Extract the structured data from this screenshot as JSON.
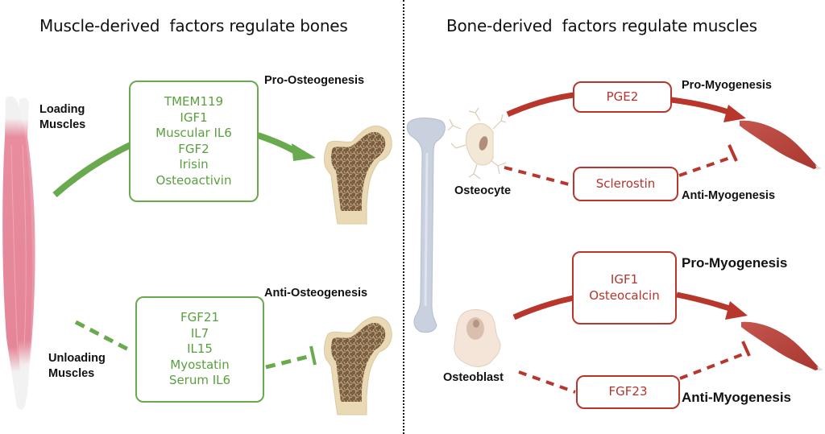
{
  "left_panel": {
    "title": "Muscle-derived  factors regulate bones",
    "loading_label": [
      "Loading",
      "Muscles"
    ],
    "unloading_label": [
      "Unloading",
      "Muscles"
    ],
    "pro_label": "Pro-Osteogenesis",
    "anti_label": "Anti-Osteogenesis",
    "pro_factors": [
      "TMEM119",
      "IGF1",
      "Muscular IL6",
      "FGF2",
      "Irisin",
      "Osteoactivin"
    ],
    "anti_factors": [
      "FGF21",
      "IL7",
      "IL15",
      "Myostatin",
      "Serum IL6"
    ]
  },
  "right_panel": {
    "title": "Bone-derived  factors regulate muscles",
    "osteocyte_label": "Osteocyte",
    "osteoblast_label": "Osteoblast",
    "osteocyte_pro_label": "Pro-Myogenesis",
    "osteocyte_anti_label": "Anti-Myogenesis",
    "osteoblast_pro_label": "Pro-Myogenesis",
    "osteoblast_anti_label": "Anti-Myogenesis",
    "osteocyte_pro_factors": [
      "PGE2"
    ],
    "osteocyte_anti_factors": [
      "Sclerostin"
    ],
    "osteoblast_pro_factors": [
      "IGF1",
      "Osteocalcin"
    ],
    "osteoblast_anti_factors": [
      "FGF23"
    ]
  },
  "colors": {
    "green": "#6aaa4e",
    "red": "#b8362c",
    "muscle_pink": "#e58a9c",
    "bone_marrow": "#7a5d3e",
    "bone_cortex": "#e9d9b4",
    "skeletal_bone": "#c9d0de"
  },
  "icons": {
    "muscle_left": "muscle-icon",
    "femur": "femur-icon",
    "long_bone": "bone-icon",
    "osteocyte": "osteocyte-icon",
    "osteoblast": "osteoblast-icon",
    "muscle_right": "muscle-icon"
  }
}
